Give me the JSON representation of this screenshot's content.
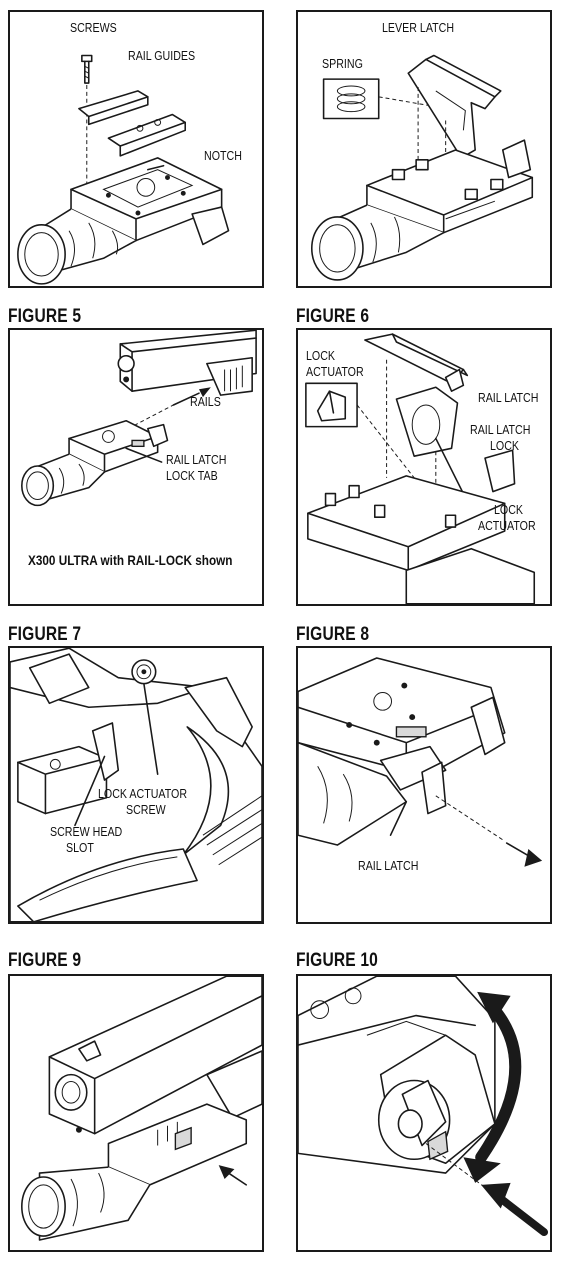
{
  "panels": {
    "p1": {
      "labels": [
        "SCREWS",
        "RAIL GUIDES",
        "NOTCH"
      ]
    },
    "p2": {
      "labels": [
        "LEVER LATCH",
        "SPRING"
      ]
    },
    "p3": {
      "title": "FIGURE 5",
      "labels": [
        "RAILS",
        "RAIL LATCH",
        "LOCK TAB"
      ],
      "caption": "X300 ULTRA with RAIL-LOCK shown"
    },
    "p4": {
      "title": "FIGURE 6",
      "labels": [
        "LOCK",
        "ACTUATOR",
        "RAIL LATCH",
        "RAIL LATCH",
        "LOCK",
        "LOCK",
        "ACTUATOR"
      ]
    },
    "p5": {
      "title": "FIGURE 7",
      "labels": [
        "LOCK ACTUATOR",
        "SCREW",
        "SCREW HEAD",
        "SLOT"
      ]
    },
    "p6": {
      "title": "FIGURE 8",
      "labels": [
        "RAIL LATCH"
      ]
    },
    "p7": {
      "title": "FIGURE 9"
    },
    "p8": {
      "title": "FIGURE 10"
    }
  },
  "icons": [
    "weapon-light-diagram",
    "arrow-icon",
    "curved-arrow-icon"
  ],
  "colors": {
    "line": "#1a1a1a",
    "background": "#ffffff"
  }
}
